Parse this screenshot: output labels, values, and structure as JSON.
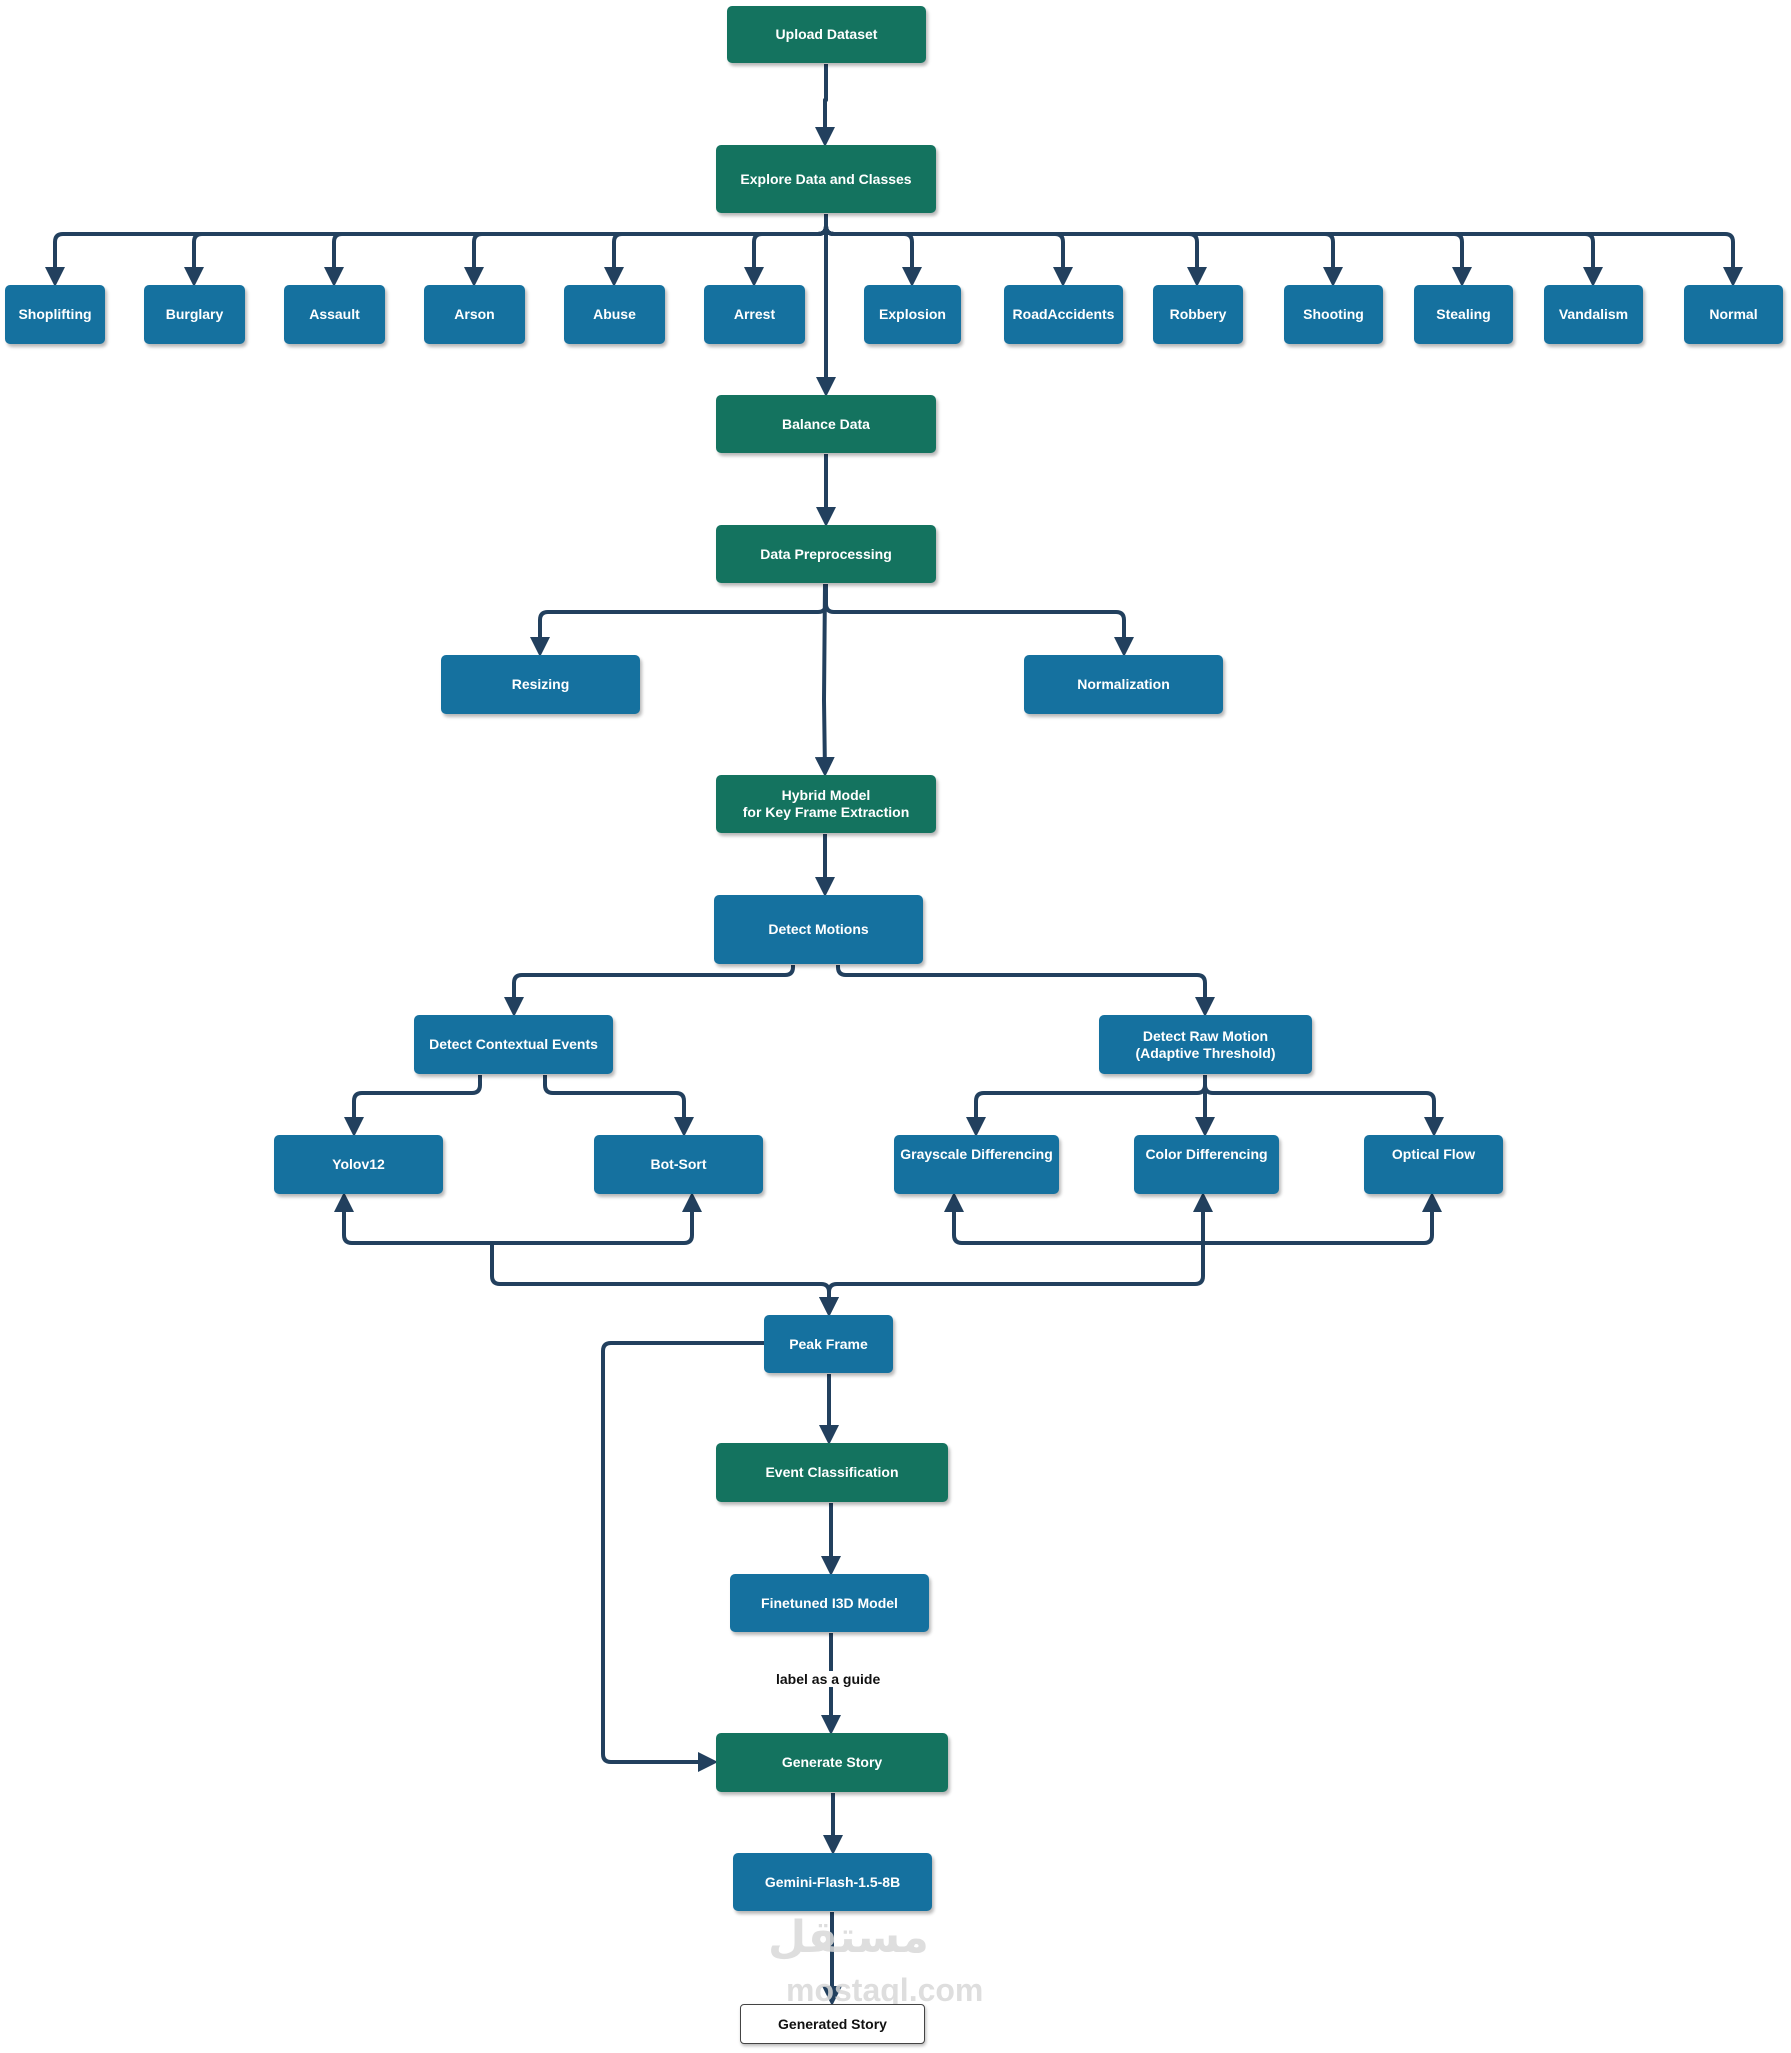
{
  "nodes": {
    "upload_dataset": "Upload Dataset",
    "explore_data": "Explore Data and Classes",
    "classes": [
      "Shoplifting",
      "Burglary",
      "Assault",
      "Arson",
      "Abuse",
      "Arrest",
      "Explosion",
      "RoadAccidents",
      "Robbery",
      "Shooting",
      "Stealing",
      "Vandalism",
      "Normal"
    ],
    "balance_data": "Balance Data",
    "data_preprocessing": "Data Preprocessing",
    "resizing": "Resizing",
    "normalization": "Normalization",
    "hybrid_model": "Hybrid Model\nfor Key Frame Extraction",
    "detect_motions": "Detect Motions",
    "detect_contextual": "Detect Contextual Events",
    "detect_raw": "Detect Raw Motion\n(Adaptive Threshold)",
    "yolov12": "Yolov12",
    "bot_sort": "Bot-Sort",
    "grayscale_diff": "Grayscale Differencing",
    "color_diff": "Color Differencing",
    "optical_flow": "Optical Flow",
    "peak_frame": "Peak Frame",
    "event_classification": "Event Classification",
    "finetuned_i3d": "Finetuned I3D Model",
    "generate_story": "Generate Story",
    "gemini": "Gemini-Flash-1.5-8B",
    "generated_story": "Generated Story"
  },
  "edge_labels": {
    "label_guide": "label as a guide"
  },
  "watermark": {
    "arabic": "مستقل",
    "latin": "mostaql.com"
  },
  "colors": {
    "green_node": "#14735f",
    "blue_node": "#15719f",
    "connector": "#22405e"
  }
}
